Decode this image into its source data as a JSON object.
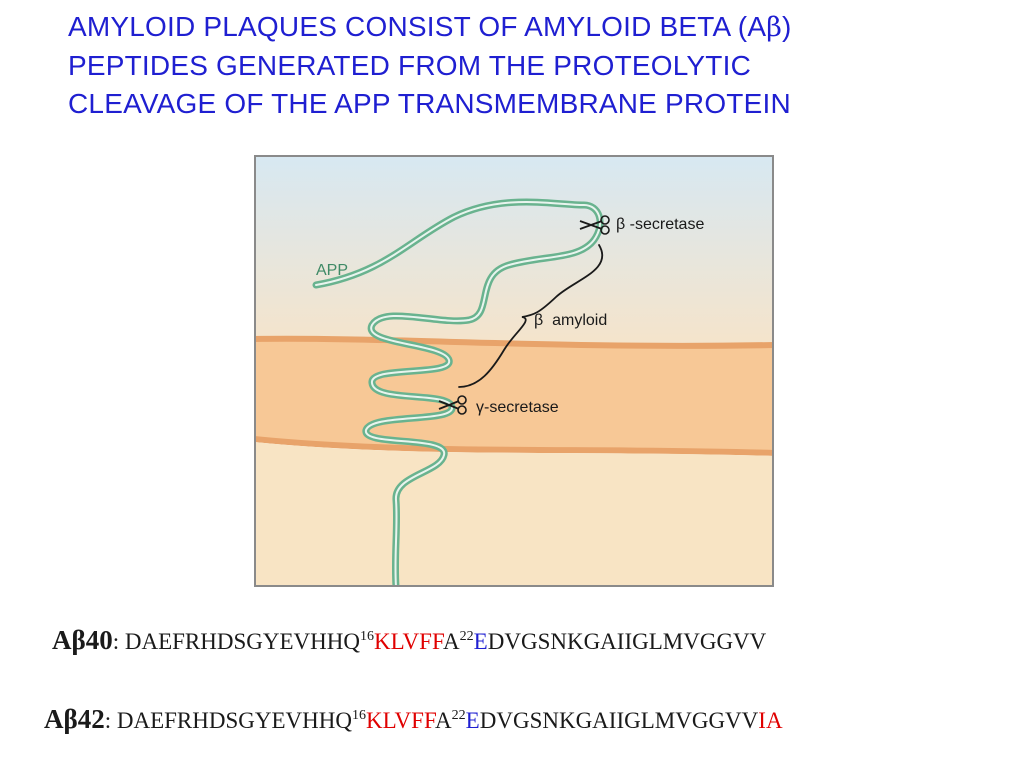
{
  "slide": {
    "title_line1_pre": "AMYLOID PLAQUES CONSIST OF AMYLOID BETA (A",
    "title_beta": "β",
    "title_line1_post": ")",
    "title_line2": "PEPTIDES GENERATED FROM THE PROTEOLYTIC",
    "title_line3": "CLEAVAGE OF THE APP TRANSMEMBRANE PROTEIN"
  },
  "diagram": {
    "app_label": "APP",
    "beta_secretase_label": "β -secretase",
    "beta_amyloid_label": "β  amyloid",
    "gamma_secretase_label": "γ-secretase",
    "colors": {
      "protein": "#69b38f",
      "extracellular_top": "#d7e8f2",
      "extracellular_bottom": "#f5e4cb",
      "membrane": "#f7c896",
      "membrane_edge": "#e8a36a",
      "cytoplasm": "#f8e4c4",
      "label": "#1a1a1a",
      "app_label": "#3f8a66"
    }
  },
  "sequences": {
    "ab40": {
      "name": "Aβ40",
      "colon": ":",
      "part1": " DAEFRHDSGYEVHHQ",
      "sup16": "16",
      "part2_red": "KLVFF",
      "part3": "A",
      "sup22": "22",
      "part4_blue": "E",
      "part5": "DVGSNKGAIIGLMVGGVV",
      "tail_red": ""
    },
    "ab42": {
      "name": "Aβ42",
      "colon": ":",
      "part1": " DAEFRHDSGYEVHHQ",
      "sup16": "16",
      "part2_red": "KLVFF",
      "part3": "A",
      "sup22": "22",
      "part4_blue": "E",
      "part5": "DVGSNKGAIIGLMVGGVV",
      "tail_red": "IA"
    }
  }
}
